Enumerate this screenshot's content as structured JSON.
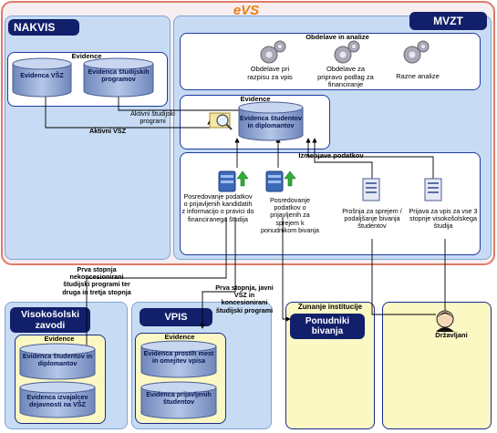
{
  "main": {
    "title": "eVS",
    "left_tab": "NAKVIS",
    "right_tab": "MVZT"
  },
  "nakvis": {
    "group_title": "Evidence",
    "db1": "Evidenca VŠZ",
    "db2": "Evidenca študijskih programov"
  },
  "mvzt": {
    "analysis_title": "Obdelave in analize",
    "gear1": "Obdelave pri razpisu za vpis",
    "gear2": "Obdelave za pripravo podlag za financiranje",
    "gear3": "Razne analize",
    "evidence_title": "Evidence",
    "db_students": "Evidenca študentov in diplomantov",
    "interfaces_title": "Izmenjave podatkov",
    "doc1": "Posredovanje podatkov o prijavljenih kandidatih z informacijo o pravici do financiranega študija",
    "doc2": "Posredovanje podatkov o prijavljenih za sprejem k ponudnikom bivanja",
    "doc3": "Prošnja za sprejem / podaljšanje bivanja študentov",
    "doc4": "Prijava za vpis za vse 3 stopnje visokošolskega študija"
  },
  "arrows": {
    "aktivni_programi": "Aktivni študijski programi",
    "aktivni_vsz": "Aktivni VŠZ",
    "prva_stopnja_nekonc": "Prva stopnja nekoncesionirani študijski programi ter druga in tretja stopnja",
    "prva_stopnja_javni": "Prva stopnja, javni VŠZ in koncesionirani študijski programi"
  },
  "bottom": {
    "vsz_title": "Visokošolski zavodi",
    "vsz_evidence": "Evidence",
    "vsz_db1": "Evidenca študentov in diplomantov",
    "vsz_db2": "Evidenca izvajalcev dejavnosti na VŠZ",
    "vpis_title": "VPIS",
    "vpis_evidence": "Evidence",
    "vpis_db1": "Evidenca prostih mest in omejitev vpisa",
    "vpis_db2": "Evidenca prijavljenih študentov",
    "ext_title": "Zunanje institucije",
    "ext_box": "Ponudniki bivanja",
    "citizen_label": "Državljani"
  },
  "colors": {
    "frame": "#e07a6a",
    "title_orange": "#f07d10",
    "navy": "#12206b",
    "panel_blue": "#c7dcf4",
    "yellow": "#fbf8c4",
    "cylinder": "#8ea6d2"
  }
}
